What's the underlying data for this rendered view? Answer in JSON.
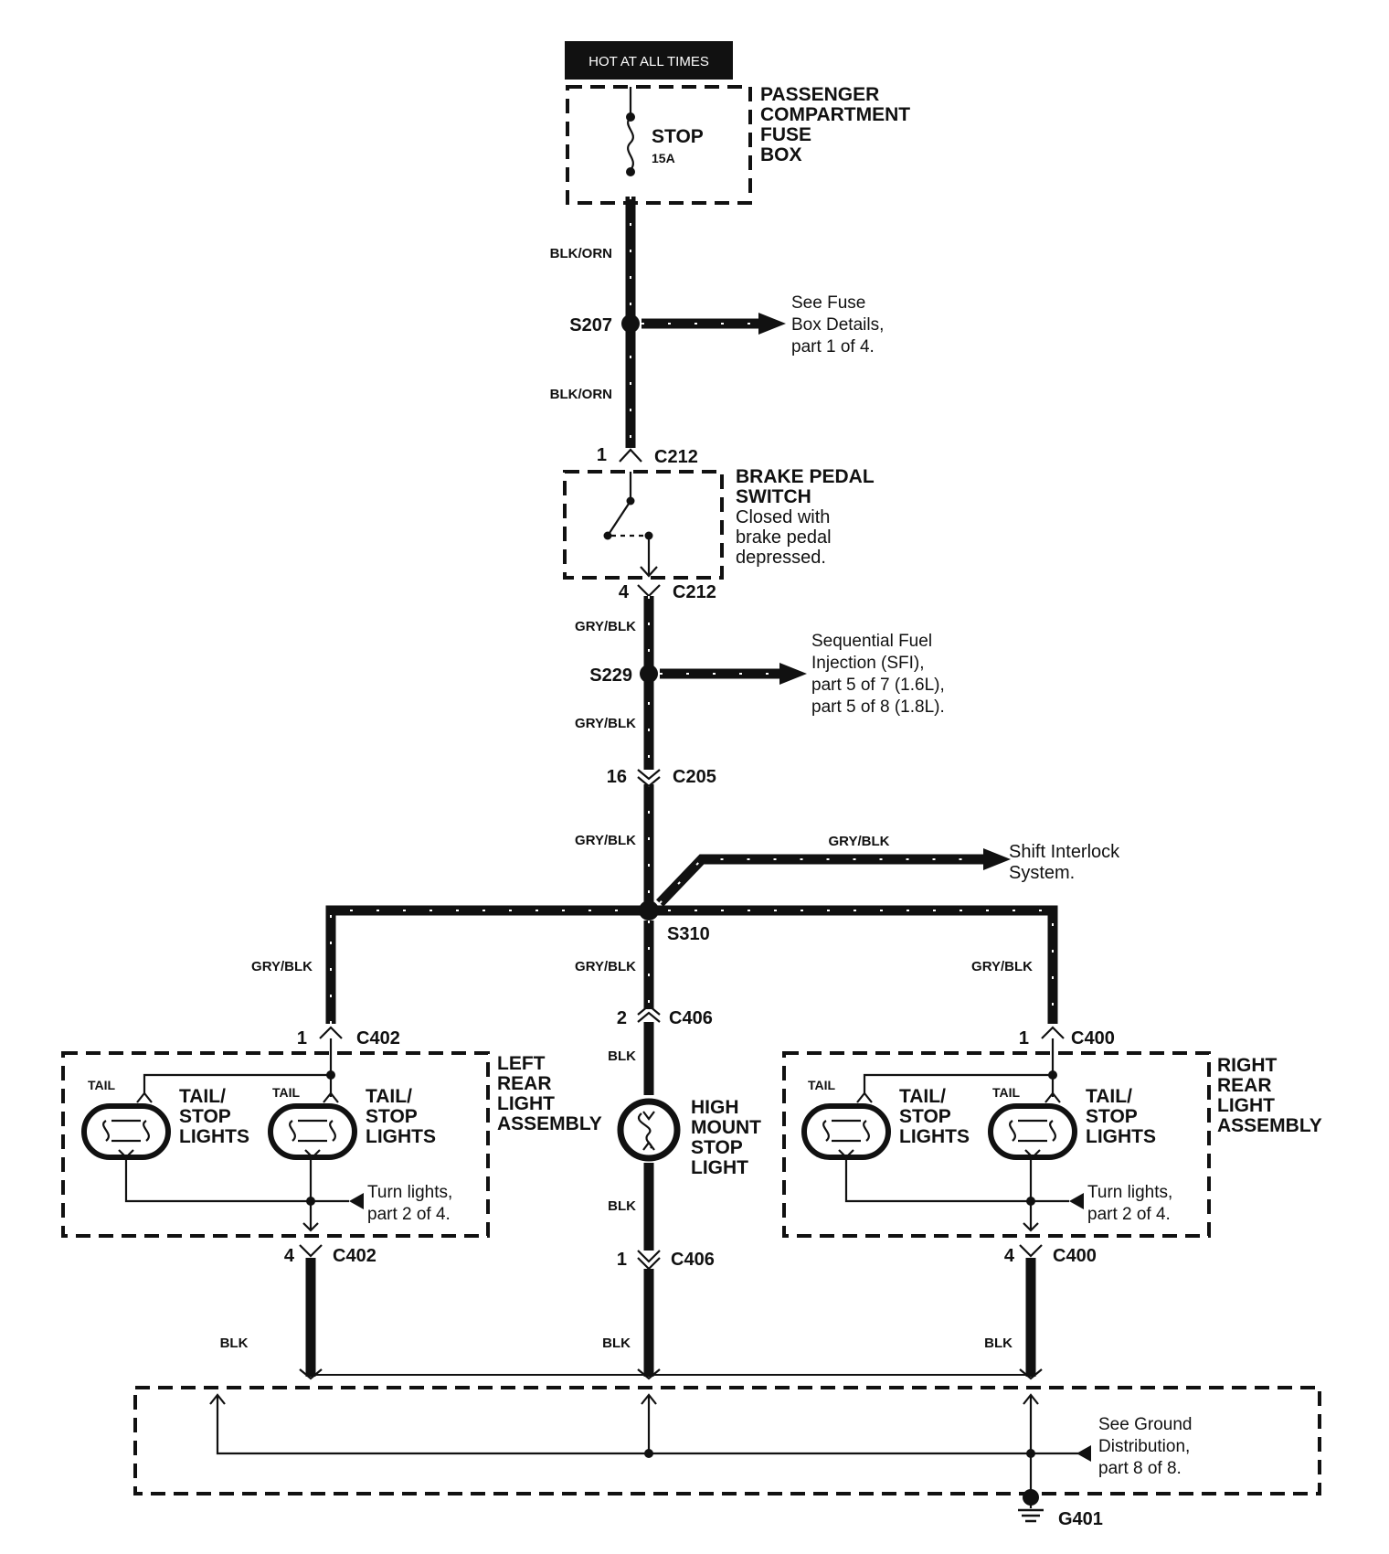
{
  "supply": {
    "hot_label": "HOT AT ALL TIMES"
  },
  "fuse_box": {
    "name_lines": [
      "PASSENGER",
      "COMPARTMENT",
      "FUSE",
      "BOX"
    ],
    "fuse_name": "STOP",
    "fuse_rating": "15A"
  },
  "wires": {
    "blk_orn": "BLK/ORN",
    "gry_blk": "GRY/BLK",
    "blk": "BLK"
  },
  "splices": {
    "s207": "S207",
    "s229": "S229",
    "s310": "S310"
  },
  "references": {
    "fuse_details": [
      "See Fuse",
      "Box Details,",
      "part 1 of 4."
    ],
    "sfi": [
      "Sequential Fuel",
      "Injection (SFI),",
      "part 5 of 7 (1.6L),",
      "part 5 of 8 (1.8L)."
    ],
    "shift_interlock": [
      "Shift Interlock",
      "System."
    ],
    "turn_lights": [
      "Turn lights,",
      "part 2 of 4."
    ],
    "ground_distribution": [
      "See Ground",
      "Distribution,",
      "part 8 of 8."
    ]
  },
  "brake_switch": {
    "title_lines": [
      "BRAKE PEDAL",
      "SWITCH"
    ],
    "note_lines": [
      "Closed with",
      "brake pedal",
      "depressed."
    ]
  },
  "connectors": {
    "c212_top": {
      "pin": "1",
      "name": "C212"
    },
    "c212_bottom": {
      "pin": "4",
      "name": "C212"
    },
    "c205": {
      "pin": "16",
      "name": "C205"
    },
    "c406_top": {
      "pin": "2",
      "name": "C406"
    },
    "c406_bottom": {
      "pin": "1",
      "name": "C406"
    },
    "c402_top": {
      "pin": "1",
      "name": "C402"
    },
    "c402_bottom": {
      "pin": "4",
      "name": "C402"
    },
    "c400_top": {
      "pin": "1",
      "name": "C400"
    },
    "c400_bottom": {
      "pin": "4",
      "name": "C400"
    }
  },
  "left_assembly": {
    "name_lines": [
      "LEFT",
      "REAR",
      "LIGHT",
      "ASSEMBLY"
    ]
  },
  "right_assembly": {
    "name_lines": [
      "RIGHT",
      "REAR",
      "LIGHT",
      "ASSEMBLY"
    ]
  },
  "lamp": {
    "tail_tag": "TAIL",
    "label_lines": [
      "TAIL/",
      "STOP",
      "LIGHTS"
    ]
  },
  "high_mount": {
    "label_lines": [
      "HIGH",
      "MOUNT",
      "STOP",
      "LIGHT"
    ]
  },
  "ground": {
    "name": "G401"
  }
}
